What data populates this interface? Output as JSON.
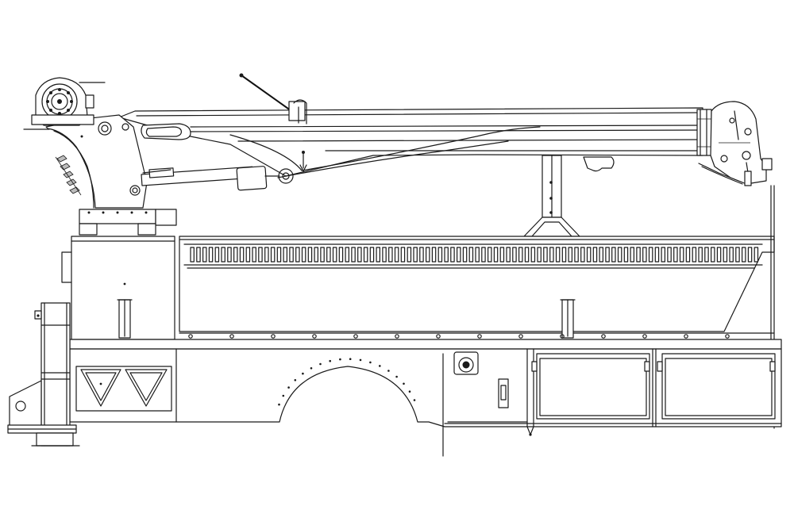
{
  "drawing": {
    "subject": "",
    "stroke_color": "#1a1a1a",
    "background_color": "#ffffff"
  },
  "parts": {
    "warning_triangles_count": 2,
    "rear_compartment_doors_count": 2,
    "vent_slots_count": 92
  }
}
